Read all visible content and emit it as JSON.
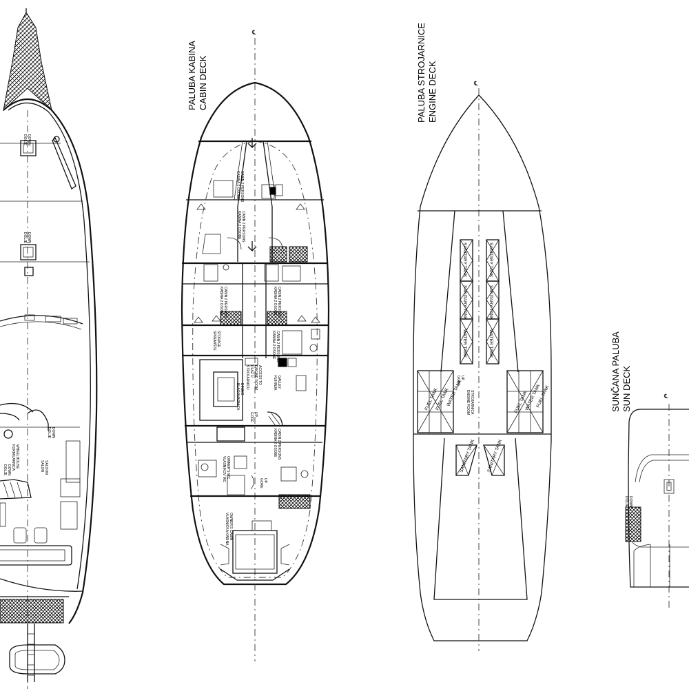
{
  "titles": {
    "cabin_deck_hr": "PALUBA KABINA",
    "cabin_deck_en": "CABIN DECK",
    "engine_deck_hr": "PALUBA STROJARNICE",
    "engine_deck_en": "ENGINE DECK",
    "sun_deck_hr": "SUNČANA PALUBA",
    "sun_deck_en": "SUN DECK"
  },
  "centerline_symbol": "℄",
  "main_deck_labels": {
    "down_1": "DOWN",
    "down_1b": "DOLJE",
    "down_2": "DOWN",
    "down_2b": "DOLJE",
    "down_3": "DOWN",
    "down_3b": "DOLJE",
    "saloon": "SALOON",
    "saloon_b": "SALON",
    "wheelhouse": "WHEELHOUSE",
    "wheelhouse_b": "KORMILARNICA",
    "down_4": "DOWN",
    "down_4b": "DOLJE"
  },
  "cabin_deck_labels": {
    "cabin_fwd": "CABIN 2 PERSONS",
    "cabin_fwd_b": "KABINA 2 OSOBE",
    "cabin_2": "CABIN 2 PERSONS",
    "cabin_2b": "KABINA 2 OSOBE",
    "cabin_3": "CABIN 2 PERSONS",
    "cabin_3b": "KABINA 2 OSOBE",
    "cabin_4": "CABIN 2 PERSONS",
    "cabin_4b": "KABINA 2 OSOBE",
    "storage": "STORAGE",
    "storage_b": "SPREMIŠTE",
    "cabin_5": "CABIN 2 PERSONS",
    "cabin_5b": "KABINA 2 OSOBE",
    "access": "ACCESS TO",
    "access_b": "ENGINE ROOM",
    "access_c": "ULAZ U",
    "access_d": "STROJARNICU",
    "dining": "DINING",
    "dining_b": "BLAGOVAONICA",
    "galley": "GALLEY",
    "galley_b": "KUHINJA",
    "up_1": "UP",
    "up_1b": "GORE",
    "owner": "OWNER'S WC",
    "owner_b": "VLASNIKOV WC",
    "cabin_6": "CABIN 2 PERSONS",
    "cabin_6b": "KABINA 2 OSOBE",
    "up_2": "UP",
    "up_2b": "GORE",
    "owners_cabin": "OWNER'S CABIN",
    "owners_cabin_b": "VLASNIČKA KABINA"
  },
  "engine_deck_labels": {
    "sanitary_tank": "SANITARY TANK",
    "water_tank": "WATER TANK",
    "fuel_tank": "FUEL TANK",
    "engine_room": "STROJARNICA",
    "engine_room_b": "ENGINE ROOM",
    "up": "UP",
    "up_b": "GORE"
  },
  "sun_deck_labels": {
    "down": "DOWN",
    "down_b": "DOLJE"
  }
}
